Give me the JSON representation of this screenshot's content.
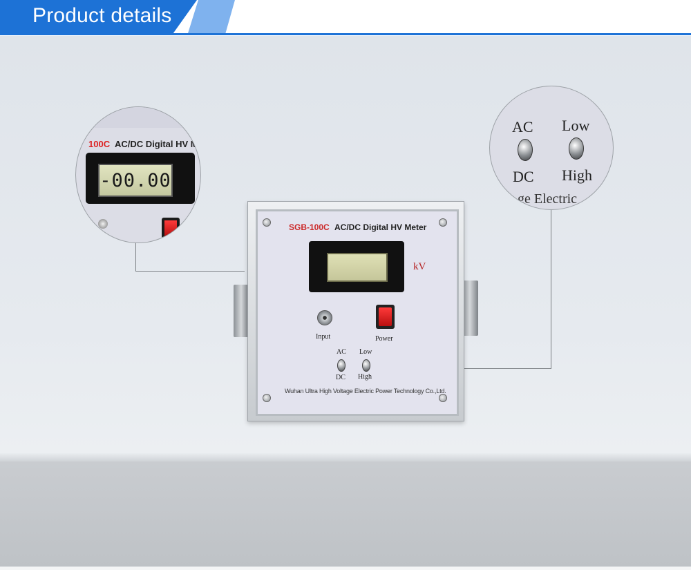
{
  "banner": {
    "title": "Product details",
    "colors": {
      "primary": "#1d72d6",
      "light": "#7fb2ee"
    }
  },
  "device": {
    "model": "SGB-100C",
    "title": "AC/DC Digital HV Meter",
    "unit": "kV",
    "input_label": "Input",
    "power_label": "Power",
    "switch_mode": {
      "top": "AC",
      "bottom": "DC"
    },
    "switch_range": {
      "top": "Low",
      "bottom": "High"
    },
    "manufacturer": "Wuhan Ultra High Voltage Electric Power Technology Co.,Ltd."
  },
  "callout_display": {
    "model_fragment": "100C",
    "title_fragment": "AC/DC Digital HV M",
    "reading": "-00.00"
  },
  "callout_switches": {
    "ac": "AC",
    "dc": "DC",
    "low": "Low",
    "high": "High",
    "bottom_fragment": "ge Electric"
  }
}
